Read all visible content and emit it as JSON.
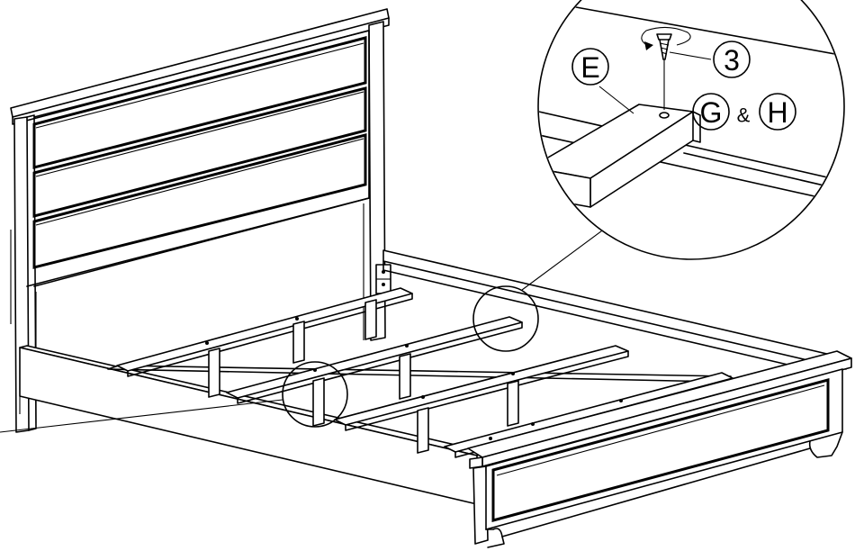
{
  "callout_labels": {
    "part_e": "E",
    "screw_count": "3",
    "part_g": "G",
    "ampersand": "&",
    "part_h": "H"
  }
}
